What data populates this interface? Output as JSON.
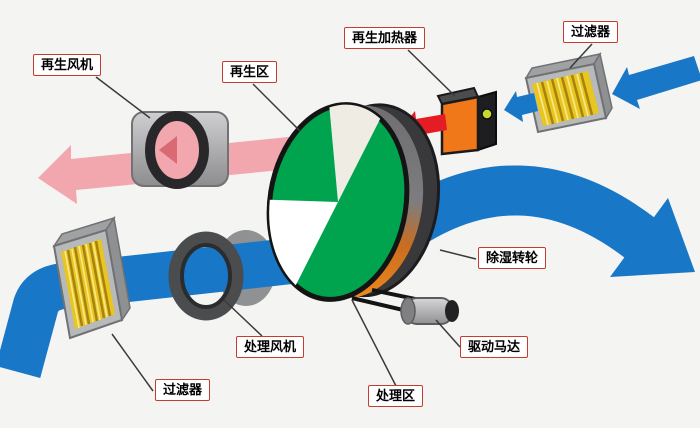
{
  "diagram": {
    "labels": {
      "regen_fan": "再生风机",
      "regen_zone": "再生区",
      "regen_heater": "再生加热器",
      "filter_top": "过滤器",
      "dehumid_wheel": "除湿转轮",
      "drive_motor": "驱动马达",
      "process_fan": "处理风机",
      "process_zone": "处理区",
      "filter_bottom": "过滤器"
    },
    "colors": {
      "background": "#f4f4f2",
      "process_air": "#1877c6",
      "regen_air": "#f2a6ae",
      "regen_air_deep": "#d96a74",
      "hot_air": "#e51c23",
      "wheel_face": "#00a44e",
      "wheel_zone_white": "#efece4",
      "heater_front": "#f07818",
      "heater_light": "#c8d830",
      "filter_media": "#e9c51f",
      "metal": "#a7a7a7",
      "dark_metal": "#3a3a3c",
      "label_border": "#c43b2f"
    }
  }
}
